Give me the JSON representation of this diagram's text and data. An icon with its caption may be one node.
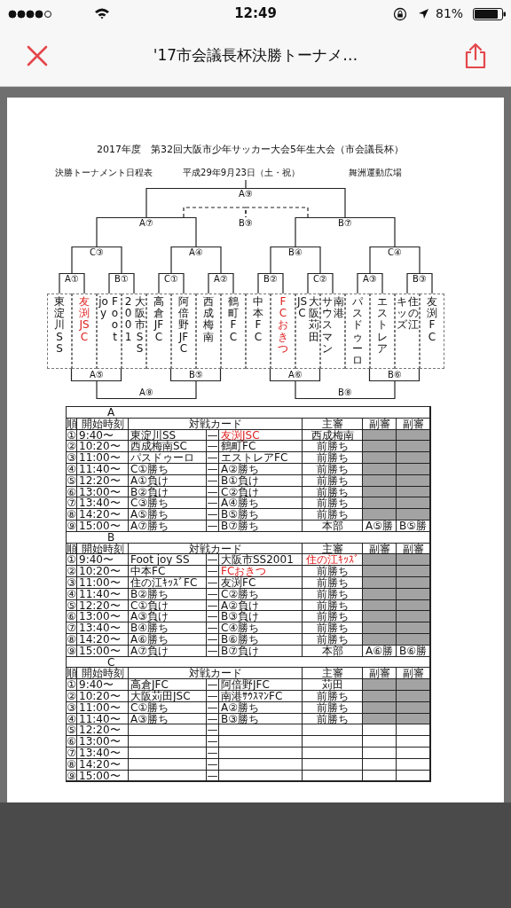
{
  "diagram": {
    "title": "2017年度　第32回大阪市少年サッカー大会5年生大会（市会議長杯）",
    "nodes": [
      {
        "text": [
          "A⑨"
        ]
      },
      {
        "text": [
          "A⑦"
        ]
      },
      {
        "text": [
          "B⑨"
        ]
      },
      {
        "text": [
          "B⑦"
        ]
      },
      {
        "text": [
          "C③"
        ]
      },
      {
        "text": [
          "A④"
        ]
      },
      {
        "text": [
          "B④"
        ]
      },
      {
        "text": [
          "C④"
        ]
      },
      {
        "text": [
          "A①"
        ]
      },
      {
        "text": [
          "B①"
        ]
      },
      {
        "text": [
          "C①"
        ]
      },
      {
        "text": [
          "A②"
        ]
      },
      {
        "text": [
          "B②"
        ]
      },
      {
        "text": [
          "C②"
        ]
      },
      {
        "text": [
          "A③"
        ]
      },
      {
        "text": [
          "B③"
        ]
      },
      {
        "text": [
          "東淀川SS"
        ]
      },
      {
        "text": [
          "友渕JSC"
        ]
      },
      {
        "text": [
          "joy",
          "Foot"
        ]
      },
      {
        "text": [
          "2001",
          "大阪市SS"
        ]
      },
      {
        "text": [
          "高倉JFC"
        ]
      },
      {
        "text": [
          "阿倍野JFC"
        ]
      },
      {
        "text": [
          "西成梅南"
        ]
      },
      {
        "text": [
          "鶴町FC"
        ]
      },
      {
        "text": [
          "中本FC"
        ]
      },
      {
        "text": [
          "FCおきつ"
        ]
      },
      {
        "text": [
          "JSC",
          "大阪苅田"
        ]
      },
      {
        "text": [
          "サウスマン",
          "南港"
        ]
      },
      {
        "text": [
          "パスドゥーロ"
        ]
      },
      {
        "text": [
          "エストレア"
        ]
      },
      {
        "text": [
          "キッズ",
          "住の江"
        ]
      },
      {
        "text": [
          "友渕FC"
        ]
      },
      {
        "text": [
          "A⑤"
        ]
      },
      {
        "text": [
          "B⑤"
        ]
      },
      {
        "text": [
          "A⑥"
        ]
      },
      {
        "text": [
          "B⑥"
        ]
      },
      {
        "text": [
          "A⑧"
        ]
      },
      {
        "text": [
          "B⑧"
        ]
      }
    ],
    "edges": [
      {
        "from": 16,
        "to": 8,
        "arrow": "none"
      },
      {
        "from": 17,
        "to": 8,
        "arrow": "none"
      },
      {
        "from": 18,
        "to": 9,
        "arrow": "none"
      },
      {
        "from": 19,
        "to": 9,
        "arrow": "none"
      },
      {
        "from": 20,
        "to": 10,
        "arrow": "none"
      },
      {
        "from": 21,
        "to": 10,
        "arrow": "none"
      },
      {
        "from": 22,
        "to": 11,
        "arrow": "none"
      },
      {
        "from": 23,
        "to": 11,
        "arrow": "none"
      },
      {
        "from": 24,
        "to": 12,
        "arrow": "none"
      },
      {
        "from": 25,
        "to": 12,
        "arrow": "none"
      },
      {
        "from": 26,
        "to": 13,
        "arrow": "none"
      },
      {
        "from": 27,
        "to": 13,
        "arrow": "none"
      },
      {
        "from": 28,
        "to": 14,
        "arrow": "none"
      },
      {
        "from": 29,
        "to": 14,
        "arrow": "none"
      },
      {
        "from": 30,
        "to": 15,
        "arrow": "none"
      },
      {
        "from": 31,
        "to": 15,
        "arrow": "none"
      },
      {
        "from": 8,
        "to": 4,
        "arrow": "none"
      },
      {
        "from": 9,
        "to": 4,
        "arrow": "none"
      },
      {
        "from": 10,
        "to": 5,
        "arrow": "none"
      },
      {
        "from": 11,
        "to": 5,
        "arrow": "none"
      },
      {
        "from": 12,
        "to": 6,
        "arrow": "none"
      },
      {
        "from": 13,
        "to": 6,
        "arrow": "none"
      },
      {
        "from": 14,
        "to": 7,
        "arrow": "none"
      },
      {
        "from": 15,
        "to": 7,
        "arrow": "none"
      },
      {
        "from": 4,
        "to": 1,
        "arrow": "none"
      },
      {
        "from": 5,
        "to": 1,
        "arrow": "none"
      },
      {
        "from": 6,
        "to": 3,
        "arrow": "none"
      },
      {
        "from": 7,
        "to": 3,
        "arrow": "none"
      },
      {
        "from": 1,
        "to": 0,
        "arrow": "none"
      },
      {
        "from": 3,
        "to": 0,
        "arrow": "none"
      },
      {
        "from": 1,
        "to": 2,
        "arrow": "none",
        "style": "dashed"
      },
      {
        "from": 3,
        "to": 2,
        "arrow": "none",
        "style": "dashed"
      },
      {
        "from": 16,
        "to": 32,
        "arrow": "none"
      },
      {
        "from": 18,
        "to": 32,
        "arrow": "none"
      },
      {
        "from": 20,
        "to": 33,
        "arrow": "none"
      },
      {
        "from": 22,
        "to": 33,
        "arrow": "none"
      },
      {
        "from": 24,
        "to": 34,
        "arrow": "none"
      },
      {
        "from": 26,
        "to": 34,
        "arrow": "none"
      },
      {
        "from": 28,
        "to": 35,
        "arrow": "none"
      },
      {
        "from": 30,
        "to": 35,
        "arrow": "none"
      },
      {
        "from": 32,
        "to": 36,
        "arrow": "none"
      },
      {
        "from": 33,
        "to": 36,
        "arrow": "none"
      },
      {
        "from": 34,
        "to": 37,
        "arrow": "none"
      },
      {
        "from": 35,
        "to": 37,
        "arrow": "none"
      }
    ],
    "labels": [
      "12:49",
      "81%",
      "'17市会議長杯決勝トーナメ…",
      "決勝トーナメント日程表",
      "平成29年9月23日（土・祝）",
      "舞洲運動広場",
      "A",
      "順",
      "開始時刻",
      "対戦カード",
      "主審",
      "副審",
      "副審",
      "①",
      "9:40〜",
      "東淀川SS",
      "—",
      "友渕JSC",
      "西成梅南",
      "②",
      "10:20〜",
      "西成梅南SC",
      "—",
      "鶴町FC",
      "前勝ち",
      "③",
      "11:00〜",
      "パスドゥーロ",
      "—",
      "エストレアFC",
      "前勝ち",
      "④",
      "11:40〜",
      "C①勝ち",
      "—",
      "A②勝ち",
      "前勝ち",
      "⑤",
      "12:20〜",
      "A①負け",
      "—",
      "B①負け",
      "前勝ち",
      "⑥",
      "13:00〜",
      "B②負け",
      "—",
      "C②負け",
      "前勝ち",
      "⑦",
      "13:40〜",
      "C③勝ち",
      "—",
      "A④勝ち",
      "前勝ち",
      "⑧",
      "14:20〜",
      "A⑤勝ち",
      "—",
      "B⑤勝ち",
      "前勝ち",
      "⑨",
      "15:00〜",
      "A⑦勝ち",
      "—",
      "B⑦勝ち",
      "本部",
      "A⑤勝",
      "B⑤勝",
      "B",
      "順",
      "開始時刻",
      "対戦カード",
      "主審",
      "副審",
      "副審",
      "①",
      "9:40〜",
      "Foot joy SS",
      "—",
      "大阪市SS2001",
      "住の江ｷｯｽﾞ",
      "②",
      "10:20〜",
      "中本FC",
      "—",
      "FCおきつ",
      "前勝ち",
      "③",
      "11:00〜",
      "住の江ｷｯｽﾞFC",
      "—",
      "友渕FC",
      "前勝ち",
      "④",
      "11:40〜",
      "B②勝ち",
      "—",
      "C②勝ち",
      "前勝ち",
      "⑤",
      "12:20〜",
      "C①負け",
      "—",
      "A②負け",
      "前勝ち",
      "⑥",
      "13:00〜",
      "A③負け",
      "—",
      "B③負け",
      "前勝ち",
      "⑦",
      "13:40〜",
      "B④勝ち",
      "—",
      "C④勝ち",
      "前勝ち",
      "⑧",
      "14:20〜",
      "A⑥勝ち",
      "—",
      "B⑥勝ち",
      "前勝ち",
      "⑨",
      "15:00〜",
      "A⑦負け",
      "—",
      "B⑦負け",
      "本部",
      "A⑥勝",
      "B⑥勝",
      "C",
      "順",
      "開始時刻",
      "対戦カード",
      "主審",
      "副審",
      "副審",
      "①",
      "9:40〜",
      "高倉JFC",
      "—",
      "阿倍野JFC",
      "苅田",
      "②",
      "10:20〜",
      "大阪苅田JSC",
      "—",
      "南港ｻｳｽﾏﾝFC",
      "前勝ち",
      "③",
      "11:00〜",
      "C①勝ち",
      "—",
      "A②勝ち",
      "前勝ち",
      "④",
      "11:40〜",
      "A③勝ち",
      "—",
      "B③勝ち",
      "前勝ち",
      "⑤",
      "12:20〜",
      "—",
      "⑥",
      "13:00〜",
      "—",
      "⑦",
      "13:40〜",
      "—",
      "⑧",
      "14:20〜",
      "—",
      "⑨",
      "15:00〜",
      "—"
    ]
  }
}
